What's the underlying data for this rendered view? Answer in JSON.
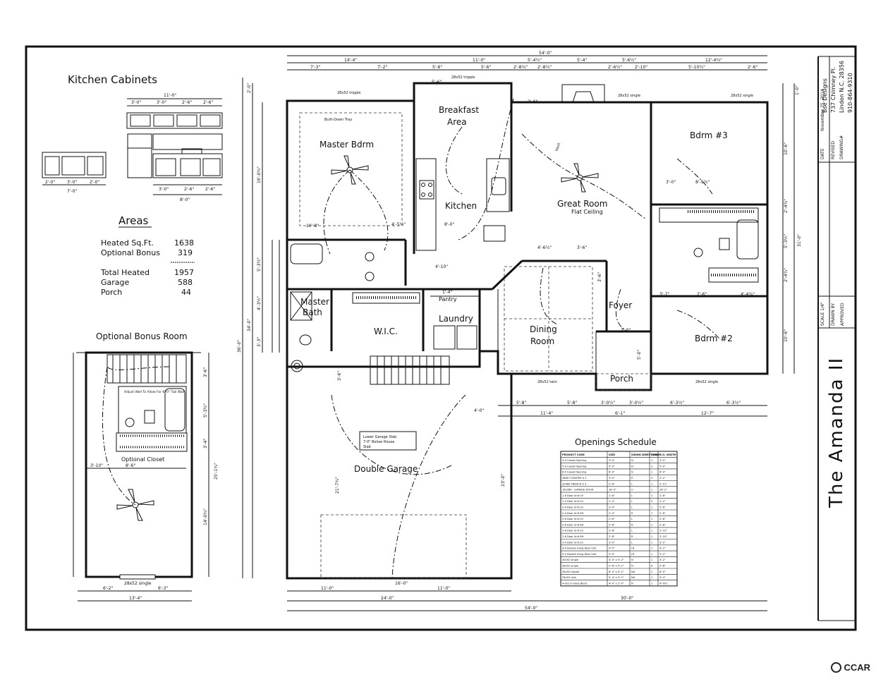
{
  "sheet": {
    "plan_name": "The Amanda II",
    "title_block": {
      "company": "Bse Designs",
      "address1": "737 Chimney Pl.",
      "address2": "Linden N.C. 28356",
      "phone": "910-864-9310",
      "date_label": "DATE",
      "date_value": "November 25, 2014",
      "revised_label": "REVISED",
      "drawing_label": "DRAWING#",
      "scale_label": "SCALE 1/4\"",
      "drawn_label": "DRAWN BY",
      "approved_label": "APPROVED"
    }
  },
  "kitchen_cabinets": {
    "title": "Kitchen Cabinets",
    "upper_total": "11'-0\"",
    "upper_dims": [
      "3'-0\"",
      "3'-0\"",
      "2'-6\"",
      "2'-6\""
    ],
    "lower_dims": [
      "3'-0\"",
      "2'-6\"",
      "2'-6\""
    ],
    "lower_total": "8'-0\"",
    "left_dims": [
      "2'-0\"",
      "3'-0\"",
      "2'-0\""
    ],
    "left_total": "7'-0\""
  },
  "areas": {
    "title": "Areas",
    "rows": [
      {
        "label": "Heated Sq.Ft.",
        "value": "1638"
      },
      {
        "label": "Optional Bonus",
        "value": "319"
      },
      {
        "label": "Total Heated",
        "value": "1957"
      },
      {
        "label": "Garage",
        "value": "588"
      },
      {
        "label": "Porch",
        "value": "44"
      }
    ]
  },
  "bonus_room": {
    "title": "Optional Bonus Room",
    "closet_label": "Optional Closet",
    "note": "Adjust Wall To Allow For 6'-0\" Tub Wall",
    "window": "28x52 single",
    "dims": {
      "bottom_total": "13'-4\"",
      "bottom_a": "6'-2\"",
      "bottom_b": "6'-3\"",
      "left_a": "3'-10\"",
      "left_b": "8'-6\"",
      "right_a": "3'-6\"",
      "right_b": "5'-3½\"",
      "right_c": "3'-4\"",
      "right_d": "25'-1¾\"",
      "right_e": "14'-0¼\""
    }
  },
  "rooms": {
    "master_bdrm": "Master Bdrm",
    "master_tray": "Built-Down Tray",
    "breakfast1": "Breakfast",
    "breakfast2": "Area",
    "kitchen": "Kitchen",
    "great_room": "Great Room",
    "great_room_note": "Flat Ceiling",
    "bdrm3": "Bdrm #3",
    "bdrm2": "Bdrm #2",
    "master_bath1": "Master",
    "master_bath2": "Bath",
    "wic": "W.I.C.",
    "laundry": "Laundry",
    "pantry": "Pantry",
    "dining1": "Dining",
    "dining2": "Room",
    "foyer": "Foyer",
    "porch": "Porch",
    "double_garage": "Double Garage",
    "garage_note1": "Lower Garage Slab",
    "garage_note2": "7-0\" Below House",
    "garage_note3": "Slab",
    "vault": "Vault"
  },
  "windows": {
    "kitchen_top": "28x52 tripple",
    "breakfast_top": "28x52 tripple",
    "great_top": "28x52 single",
    "bdrm3_top": "28x52 single",
    "dining_bottom": "28x52 twin",
    "bdrm2_bottom": "28x52 single"
  },
  "dimensions": {
    "top_total": "54'-0\"",
    "top_row1": [
      "14'-4\"",
      "11'-0\"",
      "5'-4½\"",
      "5'-4\"",
      "5'-6½\"",
      "12'-4¾\""
    ],
    "top_row2": [
      "7'-3\"",
      "7'-2\"",
      "5'-6\"",
      "5'-6\"",
      "2'-8¾\"",
      "2'-8½\"",
      "2'-6½\"",
      "2'-10\"",
      "5'-10¾\"",
      "2'-6\""
    ],
    "left_total": "36'-0\"",
    "left_inner": "34'-0\"",
    "left_a": "16'-0¾\"",
    "left_b": "5'-3½\"",
    "left_c": "4'-3½\"",
    "left_d": "3'-3\"",
    "left_e": "2'-0\"",
    "right_total": "31'-0\"",
    "right_a": "10'-6\"",
    "right_b": "2'-4¾\"",
    "right_c": "5'-3½\"",
    "right_d": "2'-4¾\"",
    "right_e": "10'-6\"",
    "right_f": "1'-0\"",
    "bottom_total": "54'-0\"",
    "bottom_left": "24'-0\"",
    "bottom_right": "30'-0\"",
    "bottom_g1": "11'-0\"",
    "bottom_g2": "11'-0\"",
    "bottom_r1": [
      "5'-8\"",
      "5'-8\"",
      "3'-0½\"",
      "3'-0½\"",
      "6'-3½\"",
      "6'-3½\""
    ],
    "bottom_r2": [
      "11'-4\"",
      "6'-1\"",
      "12'-7\""
    ],
    "garage_left": "21'-7¾\"",
    "garage_right": "23'-0\"",
    "garage_top": "4'-0\"",
    "garage_door": "16'-0\"",
    "garage_stair": "3'-6\"",
    "misc": [
      "10'-8\"",
      "4'-6¼\"",
      "3'-6\"",
      "5'-6\"",
      "2'-6\"",
      "8'-0\"",
      "4'-5¼\"",
      "1'-4\"",
      "4'-10\"",
      "3'-0\"",
      "5'-0\"",
      "3'-6\"",
      "8'-5¾\"",
      "3'-7\"",
      "2'-6\"",
      "4'-4¾\"",
      "3'-0\""
    ]
  },
  "openings_schedule": {
    "title": "Openings Schedule",
    "headers": [
      "PRODUCT CODE",
      "SIZE",
      "SWING DIRECTION",
      "COUNT",
      "R.O. WIDTH"
    ],
    "rows": [
      [
        "3-0 Cased Opening",
        "3'-0\"",
        "N",
        "1",
        "3'-0\""
      ],
      [
        "5-0 Cased Opening",
        "5'-0\"",
        "N",
        "2",
        "5'-0\""
      ],
      [
        "6-0 Cased Opening",
        "6'-0\"",
        "N",
        "1",
        "6'-0\""
      ],
      [
        "3660 COUNTRY A 2",
        "3'-0\"",
        "R",
        "3",
        "3'-2\""
      ],
      [
        "32080 FRENCH A 3",
        "2'-8\"",
        "L",
        "1",
        "2'-11\""
      ],
      [
        "161084 - GARAGE DOOR",
        "16'-0\"",
        "U",
        "1",
        "16'-2\""
      ],
      [
        "1-6 Door Unit LH",
        "1'-6\"",
        "L",
        "1",
        "1'-8\""
      ],
      [
        "2-0 Door Unit LH",
        "2'-0\"",
        "L",
        "5",
        "2'-2\""
      ],
      [
        "2-4 Door Unit LH",
        "2'-4\"",
        "L",
        "1",
        "2'-6\""
      ],
      [
        "2-4 Door Unit RH",
        "2'-4\"",
        "R",
        "1",
        "2'-6\""
      ],
      [
        "2-6 Door Unit LH",
        "2'-6\"",
        "L",
        "1",
        "2'-8\""
      ],
      [
        "2-6 Door Unit RH",
        "2'-6\"",
        "R",
        "1",
        "2'-8\""
      ],
      [
        "2-8 Door Unit LH",
        "2'-8\"",
        "L",
        "1",
        "2'-10\""
      ],
      [
        "2-8 Door Unit RH",
        "2'-8\"",
        "R",
        "1",
        "2'-10\""
      ],
      [
        "3-0 Door Unit LH",
        "3'-0\"",
        "L",
        "1",
        "3'-2\""
      ],
      [
        "4-0 Double Hung Door Unit",
        "4'-0\"",
        "LR",
        "1",
        "4'-2\""
      ],
      [
        "5-0 Double Hung Door Unit",
        "5'-0\"",
        "LR",
        "1",
        "5'-2\""
      ],
      [
        "30x52 single",
        "3'-0\" x 5'-2\"",
        "N",
        "1",
        "3'-2\""
      ],
      [
        "28x52 single",
        "2'-8\" x 5'-2\"",
        "N",
        "8",
        "2'-8\""
      ],
      [
        "28x52 tripple",
        "8'-0\" x 5'-2\"",
        "NA",
        "2",
        "8'-0\""
      ],
      [
        "28x52 twin",
        "5'-4\" x 5'-2\"",
        "NA",
        "1",
        "5'-4\""
      ],
      [
        "4-0x2-0 Glass Block",
        "4'-0\" x 2'-0\"",
        "N",
        "1",
        "4'-0¾\""
      ]
    ]
  },
  "watermark": {
    "text": "CCAR"
  }
}
